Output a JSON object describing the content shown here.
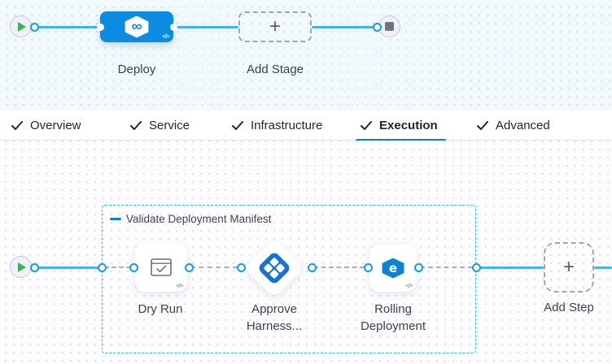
{
  "stage_canvas": {
    "stage_label": "Deploy",
    "add_stage_label": "Add Stage",
    "plus": "+",
    "code_badge": "</>",
    "deploy_icon_glyph": "∞"
  },
  "tabs": {
    "items": [
      {
        "label": "Overview",
        "checked": true,
        "active": false
      },
      {
        "label": "Service",
        "checked": true,
        "active": false
      },
      {
        "label": "Infrastructure",
        "checked": true,
        "active": false
      },
      {
        "label": "Execution",
        "checked": true,
        "active": true
      },
      {
        "label": "Advanced",
        "checked": true,
        "active": false
      }
    ]
  },
  "execution_canvas": {
    "group_title": "Validate Deployment Manifest",
    "steps": [
      {
        "label": "Dry Run",
        "icon": "dry-run-checklist-icon"
      },
      {
        "label": "Approve Harness...",
        "icon": "harness-approval-icon"
      },
      {
        "label": "Rolling Deployment",
        "icon": "rolling-deployment-icon"
      }
    ],
    "rolling_icon_glyph": "e",
    "add_step_label": "Add Step",
    "plus": "+",
    "code_badge": "</>"
  },
  "colors": {
    "accent_blue": "#0b7de0",
    "node_blue": "#0d8be2",
    "connector_blue": "#45b3ee",
    "group_border_cyan": "#2cc3ea",
    "play_green": "#3fb44e",
    "canvas_top_bg": "#f2f9fd"
  }
}
